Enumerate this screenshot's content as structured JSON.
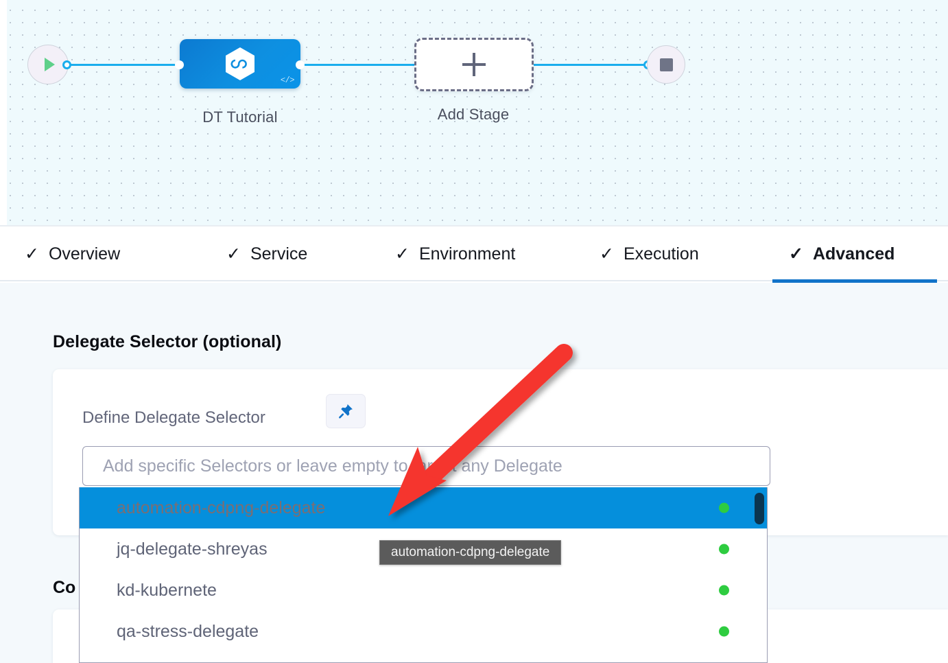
{
  "canvas": {
    "start_node": {
      "icon": "play-icon",
      "name": "pipeline-start"
    },
    "stage_node": {
      "label": "DT Tutorial",
      "icon": "harness-hexagon-icon",
      "badge": "</>"
    },
    "add_stage_node": {
      "label": "Add Stage",
      "icon": "plus-icon"
    },
    "end_node": {
      "icon": "stop-square-icon",
      "name": "pipeline-end"
    }
  },
  "tabs": [
    {
      "label": "Overview",
      "check": "✓",
      "active": false
    },
    {
      "label": "Service",
      "check": "✓",
      "active": false
    },
    {
      "label": "Environment",
      "check": "✓",
      "active": false
    },
    {
      "label": "Execution",
      "check": "✓",
      "active": false
    },
    {
      "label": "Advanced",
      "check": "✓",
      "active": true
    }
  ],
  "main": {
    "section_title": "Delegate Selector (optional)",
    "field_label": "Define Delegate Selector",
    "pin_icon": "pushpin-icon",
    "second_section_title": "Co"
  },
  "selector": {
    "placeholder": "Add specific Selectors or leave empty to target any Delegate",
    "value": "",
    "options": [
      {
        "label": "automation-cdpng-delegate",
        "status": "connected",
        "highlighted": true
      },
      {
        "label": "jq-delegate-shreyas",
        "status": "connected",
        "highlighted": false
      },
      {
        "label": "kd-kubernete",
        "status": "connected",
        "highlighted": false
      },
      {
        "label": "qa-stress-delegate",
        "status": "connected",
        "highlighted": false
      }
    ]
  },
  "tooltip": {
    "text": "automation-cdpng-delegate"
  },
  "annotation": {
    "type": "arrow",
    "color": "#f5342e"
  },
  "colors": {
    "accent_blue": "#1173c9",
    "node_blue": "#0e8fe0",
    "highlight_blue": "#058fdc",
    "status_green": "#2ecc40",
    "canvas_bg": "#effafd",
    "page_bg": "#f4f9fc",
    "arrow_red": "#f5342e"
  }
}
